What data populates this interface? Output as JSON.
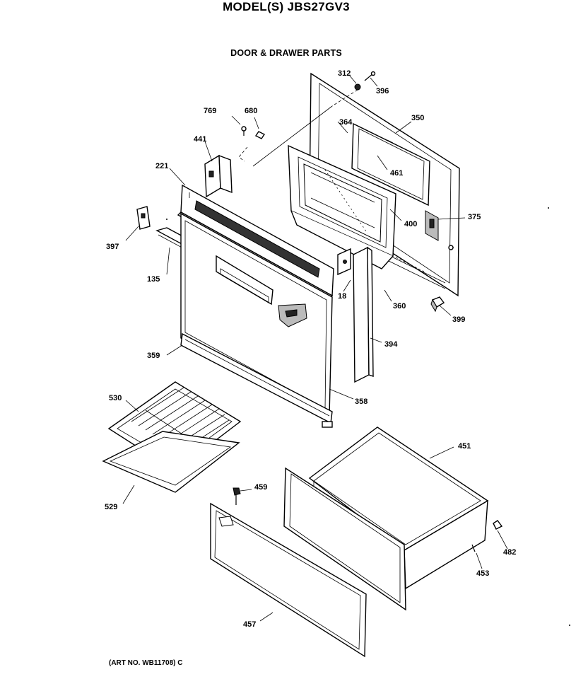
{
  "header": {
    "model": "MODEL(S) JBS27GV3",
    "section": "DOOR & DRAWER PARTS"
  },
  "footer": {
    "art_number": "(ART NO. WB11708) C"
  },
  "callouts": {
    "c312": "312",
    "c396": "396",
    "c350": "350",
    "c364": "364",
    "c769": "769",
    "c680": "680",
    "c441": "441",
    "c221": "221",
    "c461": "461",
    "c400": "400",
    "c375": "375",
    "c397": "397",
    "c135": "135",
    "c18": "18",
    "c360": "360",
    "c399": "399",
    "c394": "394",
    "c359": "359",
    "c358": "358",
    "c530": "530",
    "c451": "451",
    "c459": "459",
    "c529": "529",
    "c482": "482",
    "c453": "453",
    "c457": "457"
  }
}
